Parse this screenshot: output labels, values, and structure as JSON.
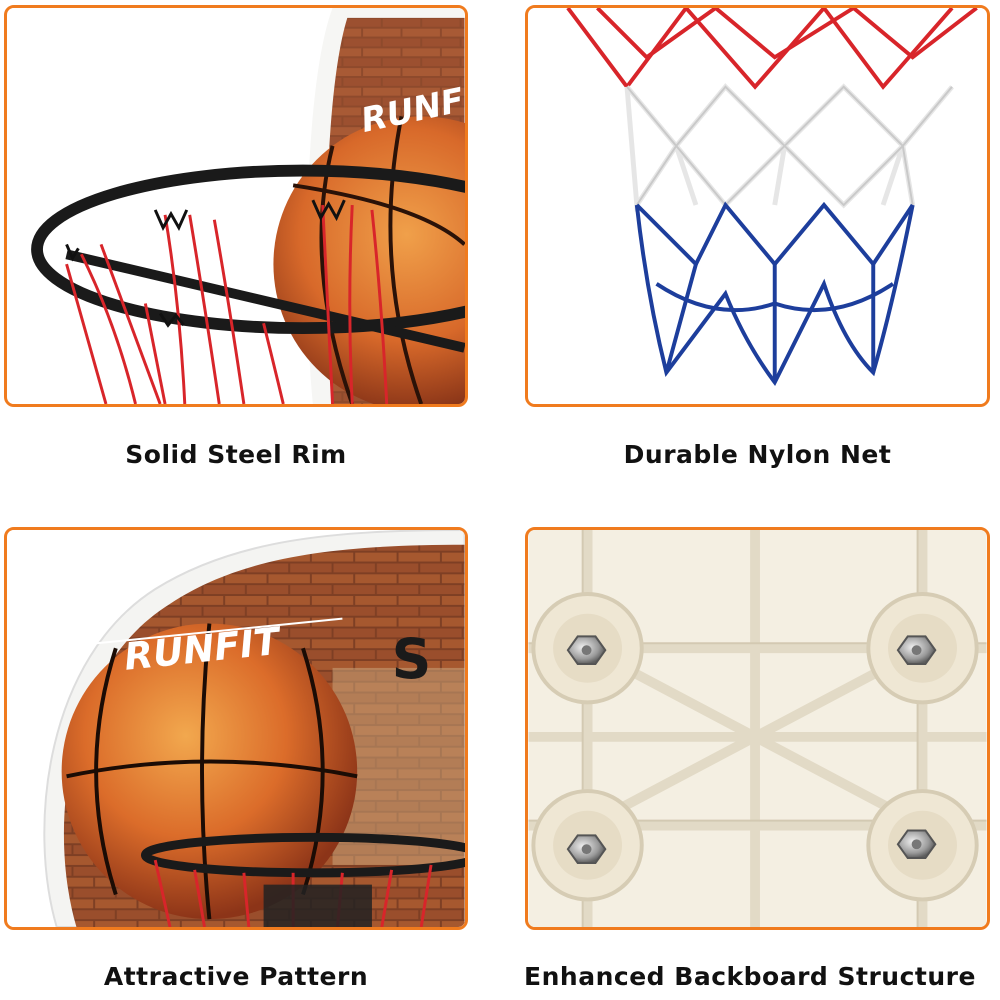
{
  "colors": {
    "border": "#f07b1e",
    "caption_text": "#111111",
    "ball": "#e07a24",
    "brick": "#8e4a2c",
    "net_red": "#d8252a",
    "net_white": "#f2f2f2",
    "net_blue": "#1d3e9c",
    "rim": "#1a1a1a",
    "backboard_plastic": "#f4efe2"
  },
  "panels": [
    {
      "caption": "Solid Steel Rim",
      "logo_text": "RUNFIT"
    },
    {
      "caption": "Durable Nylon Net"
    },
    {
      "caption": "Attractive Pattern",
      "logo_text": "RUNFIT"
    },
    {
      "caption": "Enhanced Backboard Structure"
    }
  ]
}
